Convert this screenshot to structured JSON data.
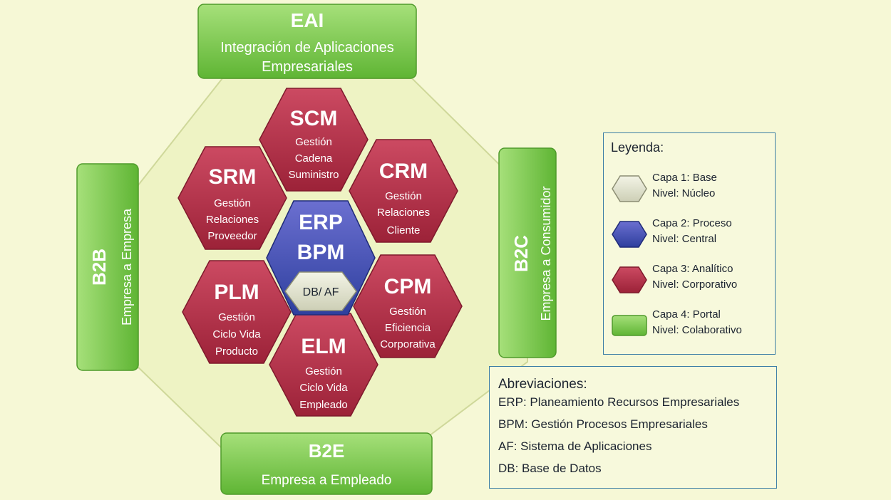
{
  "portals": {
    "top": {
      "code": "EAI",
      "line1": "Integración de Aplicaciones",
      "line2": "Empresariales"
    },
    "bottom": {
      "code": "B2E",
      "line1": "Empresa a Empleado"
    },
    "left": {
      "code": "B2B",
      "line1": "Empresa a Empresa"
    },
    "right": {
      "code": "B2C",
      "line1": "Empresa a Consumidor"
    }
  },
  "modules": {
    "scm": {
      "code": "SCM",
      "l1": "Gestión",
      "l2": "Cadena",
      "l3": "Suministro"
    },
    "srm": {
      "code": "SRM",
      "l1": "Gestión",
      "l2": "Relaciones",
      "l3": "Proveedor"
    },
    "crm": {
      "code": "CRM",
      "l1": "Gestión",
      "l2": "Relaciones",
      "l3": "Cliente"
    },
    "plm": {
      "code": "PLM",
      "l1": "Gestión",
      "l2": "Ciclo Vida",
      "l3": "Producto"
    },
    "cpm": {
      "code": "CPM",
      "l1": "Gestión",
      "l2": "Eficiencia",
      "l3": "Corporativa"
    },
    "elm": {
      "code": "ELM",
      "l1": "Gestión",
      "l2": "Ciclo Vida",
      "l3": "Empleado"
    }
  },
  "core": {
    "line1": "ERP",
    "line2": "BPM",
    "base": "DB/ AF"
  },
  "legend": {
    "title": "Leyenda:",
    "items": [
      {
        "line1": "Capa 1: Base",
        "line2": "Nivel: Núcleo",
        "color": "#e4e6d0"
      },
      {
        "line1": "Capa 2: Proceso",
        "line2": "Nivel: Central",
        "color": "#3c4fb5"
      },
      {
        "line1": "Capa 3: Analítico",
        "line2": "Nivel: Corporativo",
        "color": "#b8344c"
      },
      {
        "line1": "Capa 4: Portal",
        "line2": "Nivel: Colaborativo",
        "color": "#7dcc4a"
      }
    ]
  },
  "abbreviations": {
    "title": "Abreviaciones:",
    "items": [
      "ERP: Planeamiento Recursos Empresariales",
      "BPM: Gestión Procesos Empresariales",
      "AF: Sistema de Aplicaciones",
      "DB: Base de Datos"
    ]
  },
  "colors": {
    "portal_green": "#7dcc4a",
    "analytic_red": "#b8344c",
    "process_blue": "#3c4fb5",
    "base_grey": "#e4e6d0",
    "octagon_fill": "#eef3c4"
  }
}
